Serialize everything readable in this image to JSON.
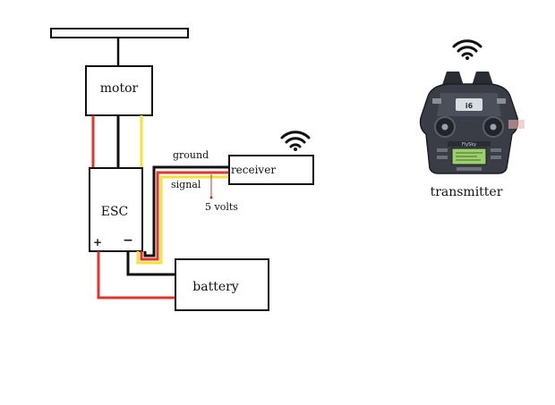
{
  "labels": {
    "motor": "motor",
    "esc": "ESC",
    "esc_plus": "+",
    "esc_minus": "−",
    "battery": "battery",
    "receiver": "receiver",
    "ground": "ground",
    "signal": "signal",
    "five_volts": "5 volts",
    "transmitter": "transmitter"
  },
  "transmitter_screen": {
    "brand": "FlySky",
    "logo": "i6"
  },
  "colors": {
    "positive_wire": "#e0342c",
    "ground_wire": "#111111",
    "signal_wire": "#f4e13a",
    "outline": "#111111",
    "wifi": "#111111"
  },
  "icons": [
    "wifi-icon",
    "wifi-icon",
    "transmitter-image"
  ]
}
